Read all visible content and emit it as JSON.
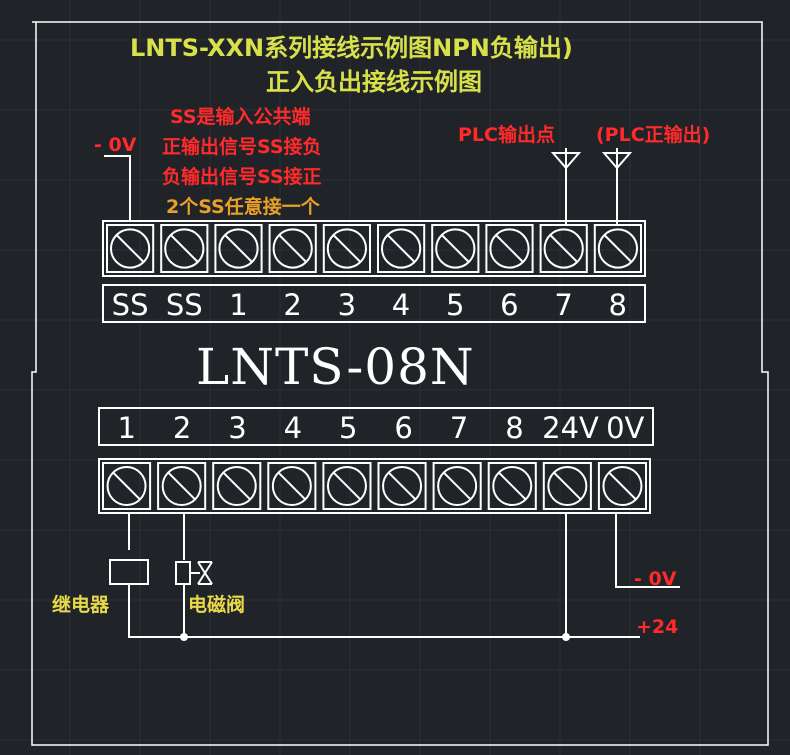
{
  "title_line1": "LNTS-XXN系列接线示例图NPN负输出)",
  "title_line2": "正入负出接线示例图",
  "notes": {
    "ss_common": "SS是输入公共端",
    "pos_output": "正输出信号SS接负",
    "neg_output": "负输出信号SS接正",
    "any_ss": "2个SS任意接一个"
  },
  "top_left_voltage": "- 0V",
  "plc_output_point": "PLC输出点",
  "plc_positive_output": "(PLC正输出)",
  "model": "LNTS-08N",
  "top_terminals": [
    "SS",
    "SS",
    "1",
    "2",
    "3",
    "4",
    "5",
    "6",
    "7",
    "8"
  ],
  "bottom_terminals": [
    "1",
    "2",
    "3",
    "4",
    "5",
    "6",
    "7",
    "8",
    "24V",
    "0V"
  ],
  "relay_label": "继电器",
  "solenoid_label": "电磁阀",
  "right_0v": "- 0V",
  "right_24v": "+24",
  "colors": {
    "background": "#202328",
    "line": "#ffffff",
    "title": "#d8e04a",
    "red_text": "#ff2a2a",
    "orange_text": "#e8a02a"
  }
}
